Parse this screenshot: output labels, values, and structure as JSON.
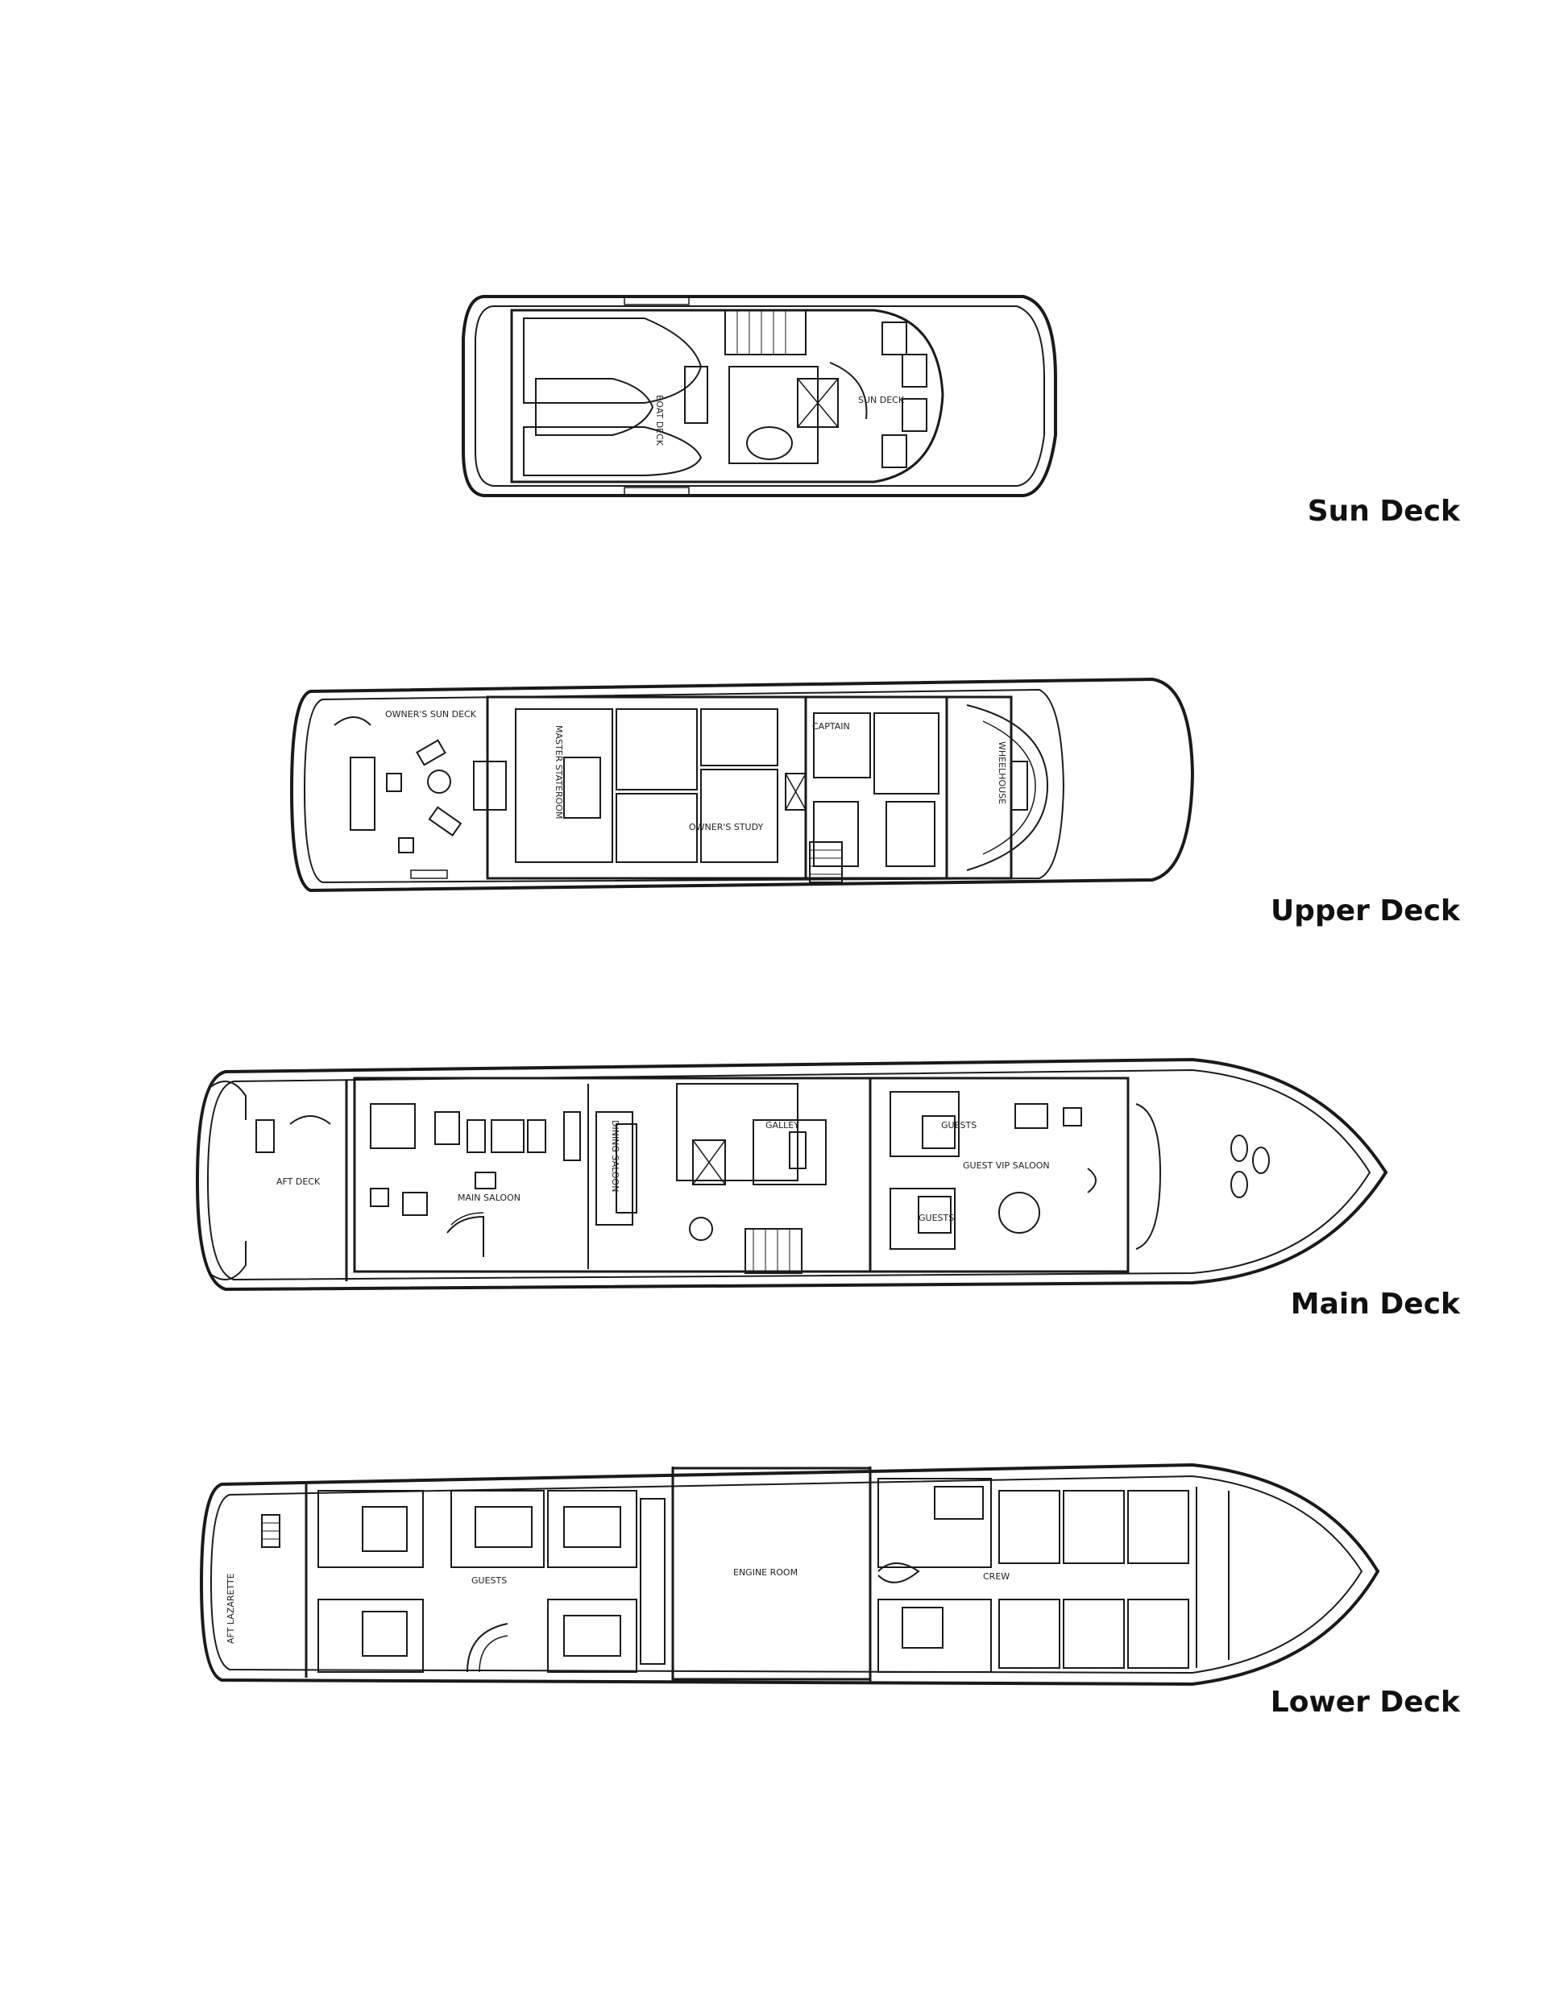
{
  "decks": [
    {
      "id": "sun",
      "label": "Sun Deck",
      "rooms": [
        "BOAT DECK",
        "SUN DECK"
      ]
    },
    {
      "id": "upper",
      "label": "Upper Deck",
      "rooms": [
        "OWNER'S SUN DECK",
        "MASTER STATEROOM",
        "OWNER'S STUDY",
        "CAPTAIN",
        "WHEELHOUSE"
      ]
    },
    {
      "id": "main",
      "label": "Main Deck",
      "rooms": [
        "AFT DECK",
        "MAIN SALOON",
        "DINING SALOON",
        "GALLEY",
        "GUESTS",
        "GUEST VIP SALOON",
        "GUESTS"
      ]
    },
    {
      "id": "lower",
      "label": "Lower Deck",
      "rooms": [
        "AFT LAZARETTE",
        "GUESTS",
        "ENGINE ROOM",
        "CREW"
      ]
    }
  ],
  "colors": {
    "line": "#1a1a1a",
    "label": "#111111",
    "background": "#ffffff"
  }
}
